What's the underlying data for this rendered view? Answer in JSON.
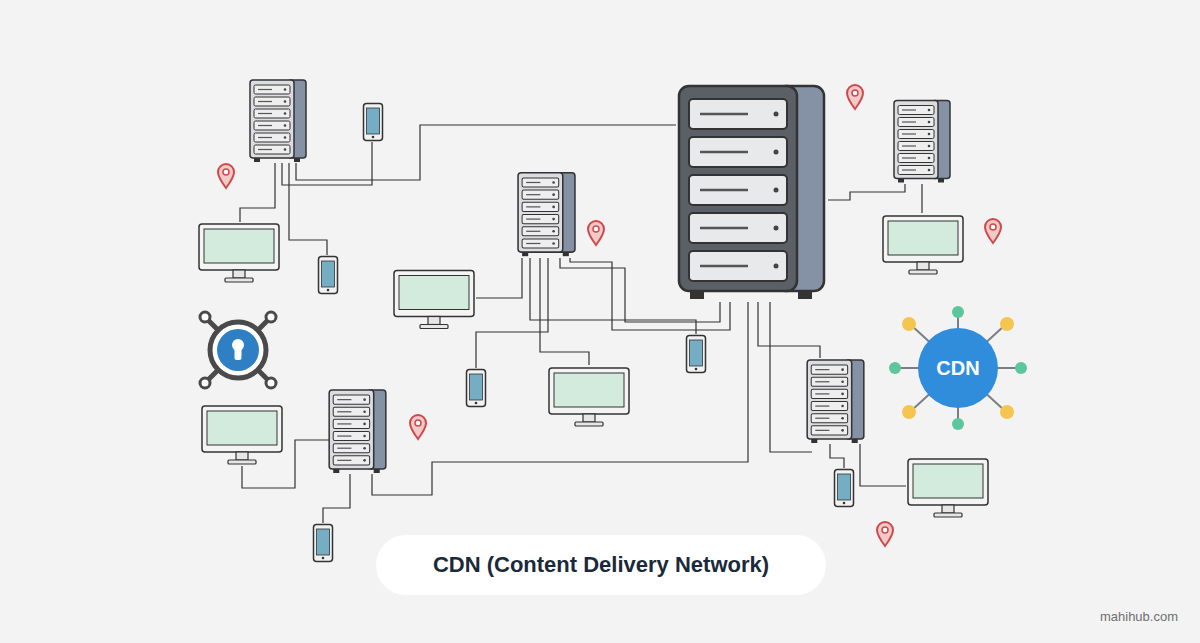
{
  "diagram": {
    "caption": "CDN (Content Delivery Network)",
    "nodes": [
      {
        "text": [
          "CDN"
        ]
      }
    ],
    "labels": [
      "mahihub.com"
    ]
  }
}
